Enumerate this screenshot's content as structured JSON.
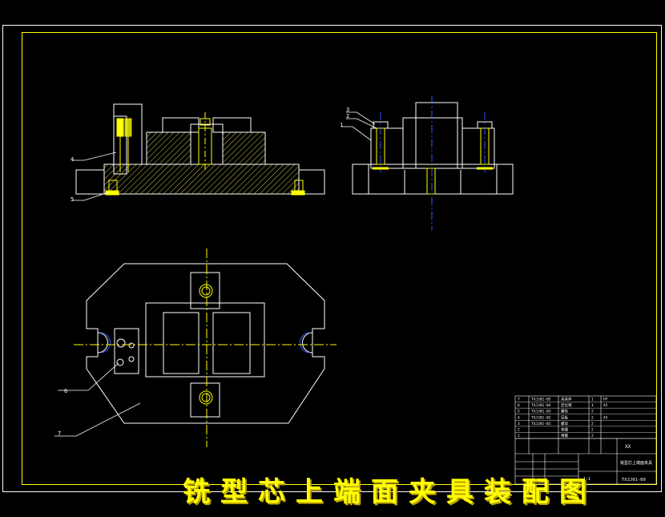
{
  "title_banner": "铣型芯上端面夹具装配图",
  "leaders": {
    "l4": "4",
    "l5": "5",
    "l3": "3",
    "l2": "2",
    "l1": "1",
    "l6": "6",
    "l7": "7"
  },
  "title_block": {
    "drawing_number": "TXJJ01-00",
    "drawing_name": "铣型芯上端面夹具",
    "scale": "1:1",
    "org_label": "XX",
    "bom_rows": [
      {
        "no": "7",
        "code": "TXJJ01-05",
        "name": "夹具体",
        "qty": "1",
        "mat": "HT"
      },
      {
        "no": "6",
        "code": "TXJJ01-04",
        "name": "定位销",
        "qty": "1",
        "mat": "45"
      },
      {
        "no": "5",
        "code": "TXJJ01-03",
        "name": "螺栓",
        "qty": "2",
        "mat": ""
      },
      {
        "no": "4",
        "code": "TXJJ01-02",
        "name": "压板",
        "qty": "2",
        "mat": "45"
      },
      {
        "no": "3",
        "code": "TXJJ01-01",
        "name": "螺母",
        "qty": "2",
        "mat": ""
      },
      {
        "no": "2",
        "code": "",
        "name": "垫圈",
        "qty": "2",
        "mat": ""
      },
      {
        "no": "1",
        "code": "",
        "name": "弹簧",
        "qty": "2",
        "mat": ""
      }
    ]
  }
}
